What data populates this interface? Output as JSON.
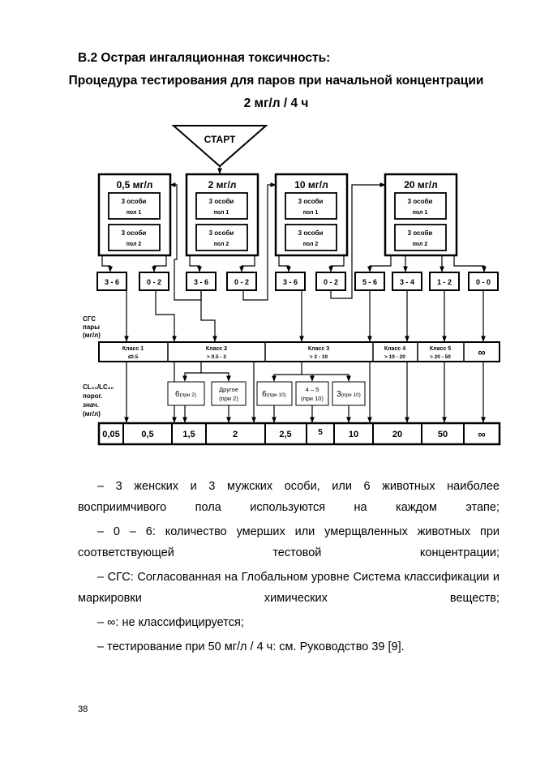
{
  "heading": {
    "section": "B.2 Острая ингаляционная токсичность:",
    "title_line1": "Процедура тестирования для паров при начальной концентрации",
    "title_line2": "2 мг/л / 4 ч"
  },
  "diagram": {
    "start": "СТАРТ",
    "stages": [
      {
        "conc": "0,5 мг/л",
        "sex1_a": "3 особи",
        "sex1_b": "пол 1",
        "sex2_a": "3 особи",
        "sex2_b": "пол 2"
      },
      {
        "conc": "2 мг/л",
        "sex1_a": "3 особи",
        "sex1_b": "пол 1",
        "sex2_a": "3 особи",
        "sex2_b": "пол 2"
      },
      {
        "conc": "10 мг/л",
        "sex1_a": "3 особи",
        "sex1_b": "пол 1",
        "sex2_a": "3 особи",
        "sex2_b": "пол 2"
      },
      {
        "conc": "20 мг/л",
        "sex1_a": "3 особи",
        "sex1_b": "пол 1",
        "sex2_a": "3 особи",
        "sex2_b": "пол 2"
      }
    ],
    "outcomes": [
      "3 - 6",
      "0 - 2",
      "3 - 6",
      "0 - 2",
      "3 - 6",
      "0 - 2",
      "5 - 6",
      "3 - 4",
      "1 - 2",
      "0 - 0"
    ],
    "ghs_label": [
      "СГС",
      "пары",
      "(мг/л)"
    ],
    "classes": [
      {
        "name": "Класс 1",
        "range": "≤0.5"
      },
      {
        "name": "Класс 2",
        "range": "> 0.5 - 2"
      },
      {
        "name": "Класс 3",
        "range": "> 2 - 10"
      },
      {
        "name": "Класс 4",
        "range": "> 10 - 20"
      },
      {
        "name": "Класс 5",
        "range": "> 20 - 50"
      },
      {
        "name": "∞",
        "range": ""
      }
    ],
    "lc_label": [
      "CL₅₀/LC₅₀",
      "порог.",
      "знач.",
      "(мг/л)"
    ],
    "sub_boxes": [
      {
        "main": "6",
        "small": "(при 2)"
      },
      {
        "line1": "Другое",
        "line2": "(при 2)"
      },
      {
        "main": "6",
        "small": "(при 10)"
      },
      {
        "line1": "4 – 5",
        "line2": "(при 10)"
      },
      {
        "main": "3",
        "small": "(при 10)"
      }
    ],
    "scale": [
      "0,05",
      "0,5",
      "1,5",
      "2",
      "2,5",
      "5",
      "10",
      "20",
      "50",
      "∞"
    ]
  },
  "notes": [
    "– 3 женских и 3 мужских особи, или 6 животных наиболее восприимчивого пола используются на каждом этапе;",
    "– 0 – 6: количество умерших или умерщвленных животных при соответствующей тестовой концентрации;",
    "– СГС: Согласованная на Глобальном уровне Система классификации и маркировки химических веществ;",
    "– ∞: не классифицируется;",
    "– тестирование при 50 мг/л / 4 ч: см. Руководство 39 [9]."
  ],
  "page_number": "38"
}
